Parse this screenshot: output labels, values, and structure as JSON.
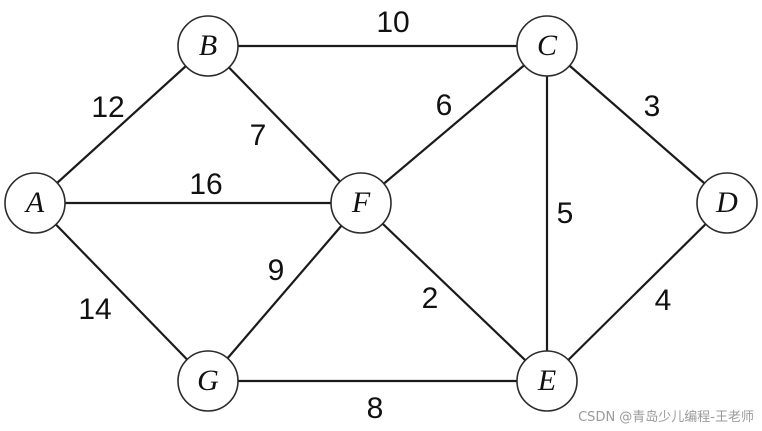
{
  "graph": {
    "nodes": [
      {
        "id": "A",
        "label": "A"
      },
      {
        "id": "B",
        "label": "B"
      },
      {
        "id": "C",
        "label": "C"
      },
      {
        "id": "D",
        "label": "D"
      },
      {
        "id": "E",
        "label": "E"
      },
      {
        "id": "F",
        "label": "F"
      },
      {
        "id": "G",
        "label": "G"
      }
    ],
    "edges": [
      {
        "from": "A",
        "to": "B",
        "weight": "12"
      },
      {
        "from": "A",
        "to": "F",
        "weight": "16"
      },
      {
        "from": "A",
        "to": "G",
        "weight": "14"
      },
      {
        "from": "B",
        "to": "C",
        "weight": "10"
      },
      {
        "from": "B",
        "to": "F",
        "weight": "7"
      },
      {
        "from": "C",
        "to": "F",
        "weight": "6"
      },
      {
        "from": "C",
        "to": "D",
        "weight": "3"
      },
      {
        "from": "C",
        "to": "E",
        "weight": "5"
      },
      {
        "from": "D",
        "to": "E",
        "weight": "4"
      },
      {
        "from": "F",
        "to": "E",
        "weight": "2"
      },
      {
        "from": "F",
        "to": "G",
        "weight": "9"
      },
      {
        "from": "G",
        "to": "E",
        "weight": "8"
      }
    ]
  },
  "watermark": "CSDN @青岛少儿编程-王老师"
}
